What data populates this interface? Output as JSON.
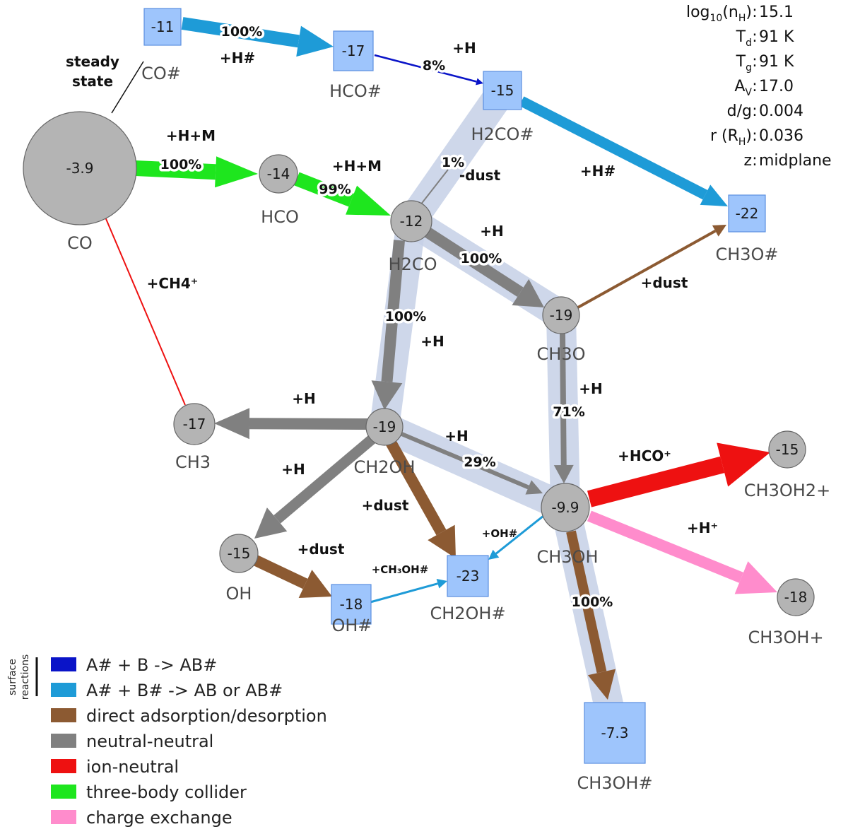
{
  "colors": {
    "surface_a_b": "#0a14c8",
    "surface_a_bh": "#1e9bd7",
    "adsorption": "#8c5a32",
    "neutral": "#808080",
    "ion": "#ee1111",
    "three_body": "#1ee61e",
    "charge": "#ff8ccc",
    "node_gas": "#b4b4b4",
    "node_ice": "#9ec5fc",
    "highlight": "#c5d0e6"
  },
  "parameters": [
    {
      "label": "log10(nH)",
      "value": "15.1"
    },
    {
      "label": "Td",
      "value": "91 K"
    },
    {
      "label": "Tg",
      "value": "91 K"
    },
    {
      "label": "AV",
      "value": "17.0"
    },
    {
      "label": "d/g",
      "value": "0.004"
    },
    {
      "label": "r (RH)",
      "value": "0.036"
    },
    {
      "label": "z",
      "value": "midplane"
    }
  ],
  "nodes": [
    {
      "id": "co",
      "label": "CO",
      "value": "-3.9",
      "shape": "circle",
      "phase": "gas"
    },
    {
      "id": "co_ice",
      "label": "CO#",
      "value": "-11",
      "shape": "square",
      "phase": "ice"
    },
    {
      "id": "hco_ice",
      "label": "HCO#",
      "value": "-17",
      "shape": "square",
      "phase": "ice"
    },
    {
      "id": "h2co_ice",
      "label": "H2CO#",
      "value": "-15",
      "shape": "square",
      "phase": "ice"
    },
    {
      "id": "ch3o_ice",
      "label": "CH3O#",
      "value": "-22",
      "shape": "square",
      "phase": "ice"
    },
    {
      "id": "hco",
      "label": "HCO",
      "value": "-14",
      "shape": "circle",
      "phase": "gas"
    },
    {
      "id": "h2co",
      "label": "H2CO",
      "value": "-12",
      "shape": "circle",
      "phase": "gas"
    },
    {
      "id": "ch3o",
      "label": "CH3O",
      "value": "-19",
      "shape": "circle",
      "phase": "gas"
    },
    {
      "id": "ch3",
      "label": "CH3",
      "value": "-17",
      "shape": "circle",
      "phase": "gas"
    },
    {
      "id": "ch2oh",
      "label": "CH2OH",
      "value": "-19",
      "shape": "circle",
      "phase": "gas"
    },
    {
      "id": "ch3oh",
      "label": "CH3OH",
      "value": "-9.9",
      "shape": "circle",
      "phase": "gas"
    },
    {
      "id": "ch3oh2p",
      "label": "CH3OH2+",
      "value": "-15",
      "shape": "circle",
      "phase": "gas"
    },
    {
      "id": "ch3ohp",
      "label": "CH3OH+",
      "value": "-18",
      "shape": "circle",
      "phase": "gas"
    },
    {
      "id": "oh",
      "label": "OH",
      "value": "-15",
      "shape": "circle",
      "phase": "gas"
    },
    {
      "id": "oh_ice",
      "label": "OH#",
      "value": "-18",
      "shape": "square",
      "phase": "ice"
    },
    {
      "id": "ch2oh_ice",
      "label": "CH2OH#",
      "value": "-23",
      "shape": "square",
      "phase": "ice"
    },
    {
      "id": "ch3oh_ice",
      "label": "CH3OH#",
      "value": "-7.3",
      "shape": "square",
      "phase": "ice"
    }
  ],
  "edges": [
    {
      "from": "co",
      "to": "co_ice",
      "type": "link",
      "label": "steady state",
      "percent": ""
    },
    {
      "from": "co_ice",
      "to": "hco_ice",
      "type": "surface_a_bh",
      "label": "+H#",
      "percent": "100%"
    },
    {
      "from": "hco_ice",
      "to": "h2co_ice",
      "type": "surface_a_b",
      "label": "+H",
      "percent": "8%"
    },
    {
      "from": "h2co_ice",
      "to": "ch3o_ice",
      "type": "surface_a_bh",
      "label": "+H#",
      "percent": ""
    },
    {
      "from": "h2co",
      "to": "h2co_ice",
      "type": "neutral",
      "label": "-dust",
      "percent": "1%"
    },
    {
      "from": "co",
      "to": "hco",
      "type": "three_body",
      "label": "+H+M",
      "percent": "100%"
    },
    {
      "from": "hco",
      "to": "h2co",
      "type": "three_body",
      "label": "+H+M",
      "percent": "99%"
    },
    {
      "from": "h2co",
      "to": "ch3o",
      "type": "neutral",
      "label": "+H",
      "percent": "100%"
    },
    {
      "from": "h2co",
      "to": "ch2oh",
      "type": "neutral",
      "label": "+H",
      "percent": "100%"
    },
    {
      "from": "ch3o",
      "to": "ch3o_ice",
      "type": "adsorption",
      "label": "+dust",
      "percent": ""
    },
    {
      "from": "ch3o",
      "to": "ch3oh",
      "type": "neutral",
      "label": "+H",
      "percent": "71%"
    },
    {
      "from": "co",
      "to": "ch3",
      "type": "ion",
      "label": "+CH4⁺",
      "percent": ""
    },
    {
      "from": "ch2oh",
      "to": "ch3",
      "type": "neutral",
      "label": "+H",
      "percent": ""
    },
    {
      "from": "ch2oh",
      "to": "ch3oh",
      "type": "neutral",
      "label": "+H",
      "percent": "29%"
    },
    {
      "from": "ch2oh",
      "to": "oh",
      "type": "neutral",
      "label": "+H",
      "percent": ""
    },
    {
      "from": "ch2oh",
      "to": "ch2oh_ice",
      "type": "adsorption",
      "label": "+dust",
      "percent": ""
    },
    {
      "from": "oh",
      "to": "oh_ice",
      "type": "adsorption",
      "label": "+dust",
      "percent": ""
    },
    {
      "from": "oh_ice",
      "to": "ch2oh_ice",
      "type": "surface_a_bh",
      "label": "+CH₃OH#",
      "percent": ""
    },
    {
      "from": "ch3oh",
      "to": "ch2oh_ice",
      "type": "surface_a_bh",
      "label": "+OH#",
      "percent": ""
    },
    {
      "from": "ch3oh",
      "to": "ch3oh2p",
      "type": "ion",
      "label": "+HCO⁺",
      "percent": ""
    },
    {
      "from": "ch3oh",
      "to": "ch3ohp",
      "type": "charge",
      "label": "+H⁺",
      "percent": ""
    },
    {
      "from": "ch3oh",
      "to": "ch3oh_ice",
      "type": "adsorption",
      "label": "",
      "percent": "100%"
    }
  ],
  "legend": {
    "group_label": "surface reactions",
    "items": [
      {
        "key": "surface_a_b",
        "label": "A# + B -> AB#"
      },
      {
        "key": "surface_a_bh",
        "label": "A# + B# -> AB or AB#"
      },
      {
        "key": "adsorption",
        "label": "direct adsorption/desorption"
      },
      {
        "key": "neutral",
        "label": "neutral-neutral"
      },
      {
        "key": "ion",
        "label": "ion-neutral"
      },
      {
        "key": "three_body",
        "label": "three-body collider"
      },
      {
        "key": "charge",
        "label": "charge exchange"
      }
    ]
  }
}
